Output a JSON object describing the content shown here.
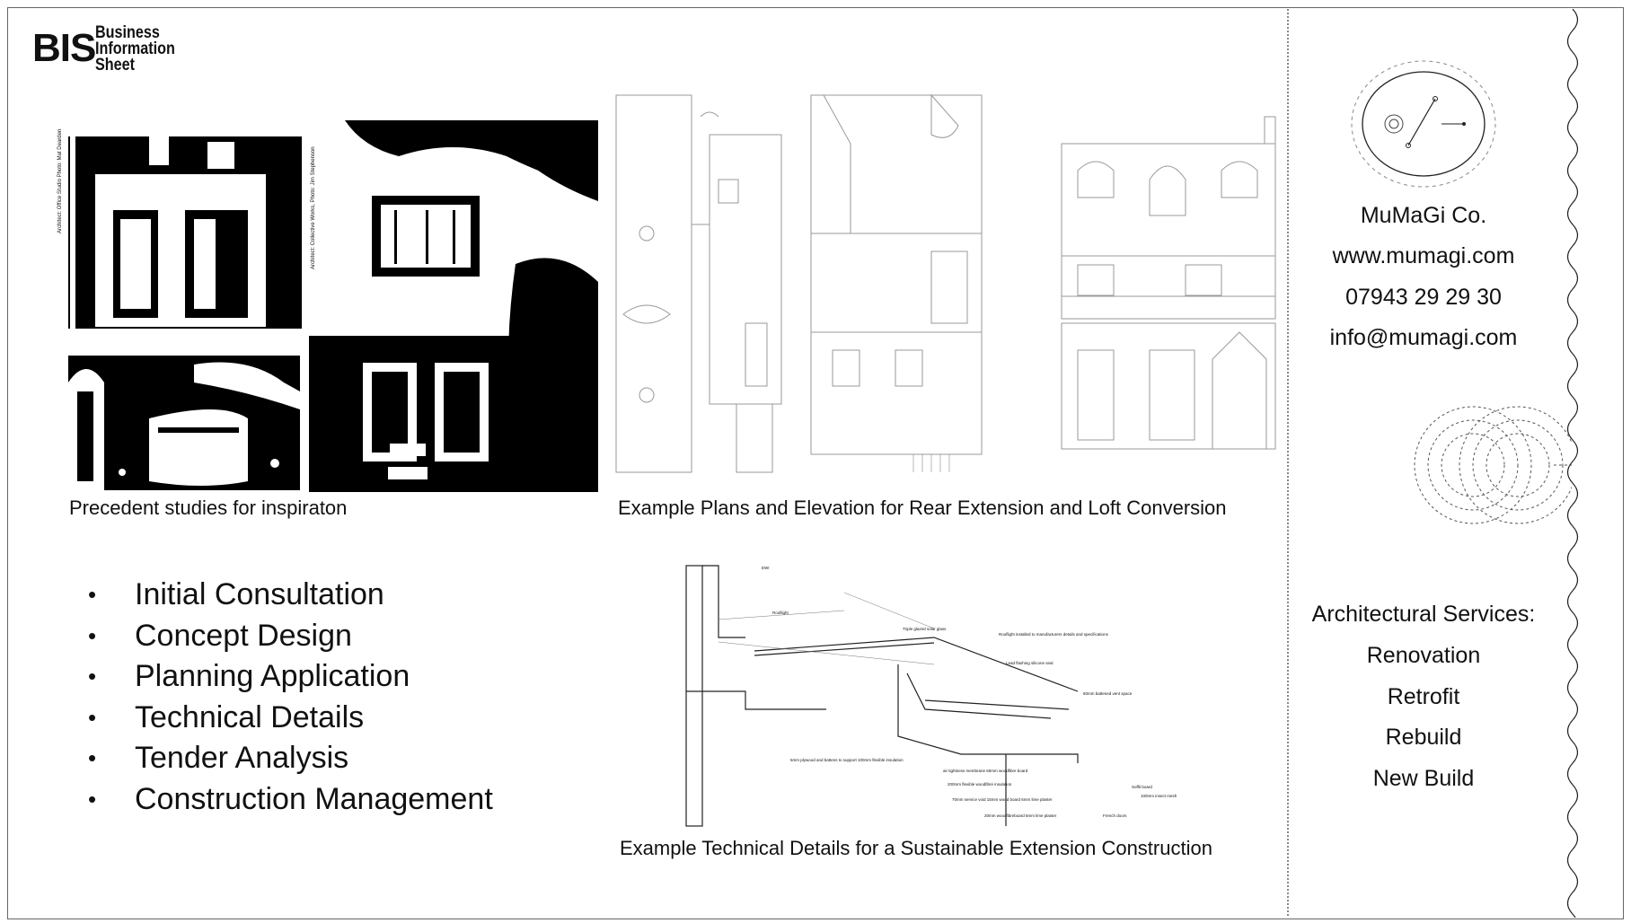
{
  "logo": {
    "mark": "BIS",
    "line1": "Business",
    "line2": "Information",
    "line3": "Sheet"
  },
  "captions": {
    "precedents": "Precedent studies for inspiraton",
    "plans": "Example Plans and Elevation for Rear Extension and Loft Conversion",
    "details": "Example Technical Details for a Sustainable Extension Construction"
  },
  "services": [
    "Initial Consultation",
    "Concept Design",
    "Planning Application",
    "Technical Details",
    "Tender Analysis",
    "Construction Management"
  ],
  "contact": {
    "company": "MuMaGi Co.",
    "website": "www.mumagi.com",
    "phone": "07943 29 29 30",
    "email": "info@mumagi.com"
  },
  "architectural": {
    "heading": "Architectural Services:",
    "items": [
      "Renovation",
      "Retrofit",
      "Rebuild",
      "New Build"
    ]
  },
  "detail_labels": [
    "EWI",
    "Rooflight",
    "Triple glazed solar glass",
    "Rooflight installed to manufacturers details and specifications",
    "Lead flashing silicone seal",
    "50mm battened vent space",
    "5mm plywood and battens to support 100mm flexible insulation",
    "air tightness membrane 60mm woodfibre board",
    "200mm flexible woodfibre insulation",
    "70mm service void 15mm wood board 6mm lime plaster",
    "20mm woodfibreboard 6mm lime plaster",
    "Soffit board",
    "100mm insect mesh",
    "French doors"
  ],
  "photo_credits": [
    "Architect: Office Studio Photo: Mat Dearden",
    "Architect: Collective Works, Photo: Jim Stephenson"
  ],
  "colors": {
    "ink": "#111111",
    "line": "#666666",
    "divider": "#888888"
  }
}
